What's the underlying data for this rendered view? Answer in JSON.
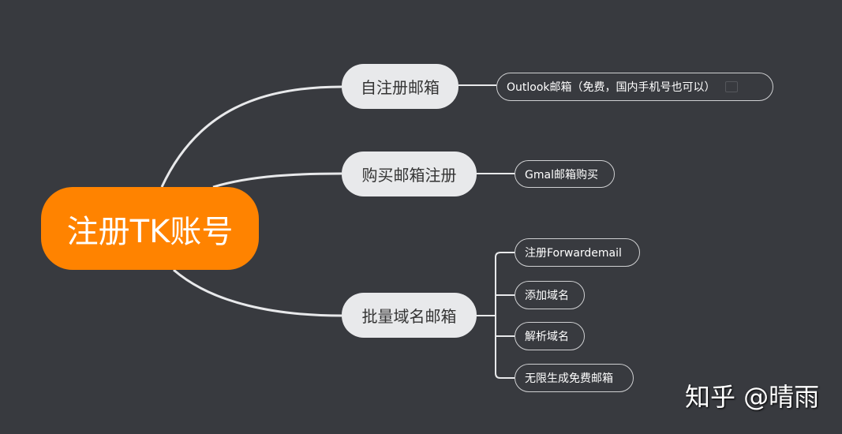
{
  "root": {
    "label": "注册TK账号"
  },
  "branches": [
    {
      "label": "自注册邮箱",
      "children": [
        "Outlook邮箱（免费，国内手机号也可以）"
      ]
    },
    {
      "label": "购买邮箱注册",
      "children": [
        "Gmal邮箱购买"
      ]
    },
    {
      "label": "批量域名邮箱",
      "children": [
        "注册Forwardemail",
        "添加域名",
        "解析域名",
        "无限生成免费邮箱"
      ]
    }
  ],
  "watermark": "知乎 @晴雨",
  "colors": {
    "background": "#383a3f",
    "root": "#ff8300",
    "branch": "#e8e9eb"
  }
}
